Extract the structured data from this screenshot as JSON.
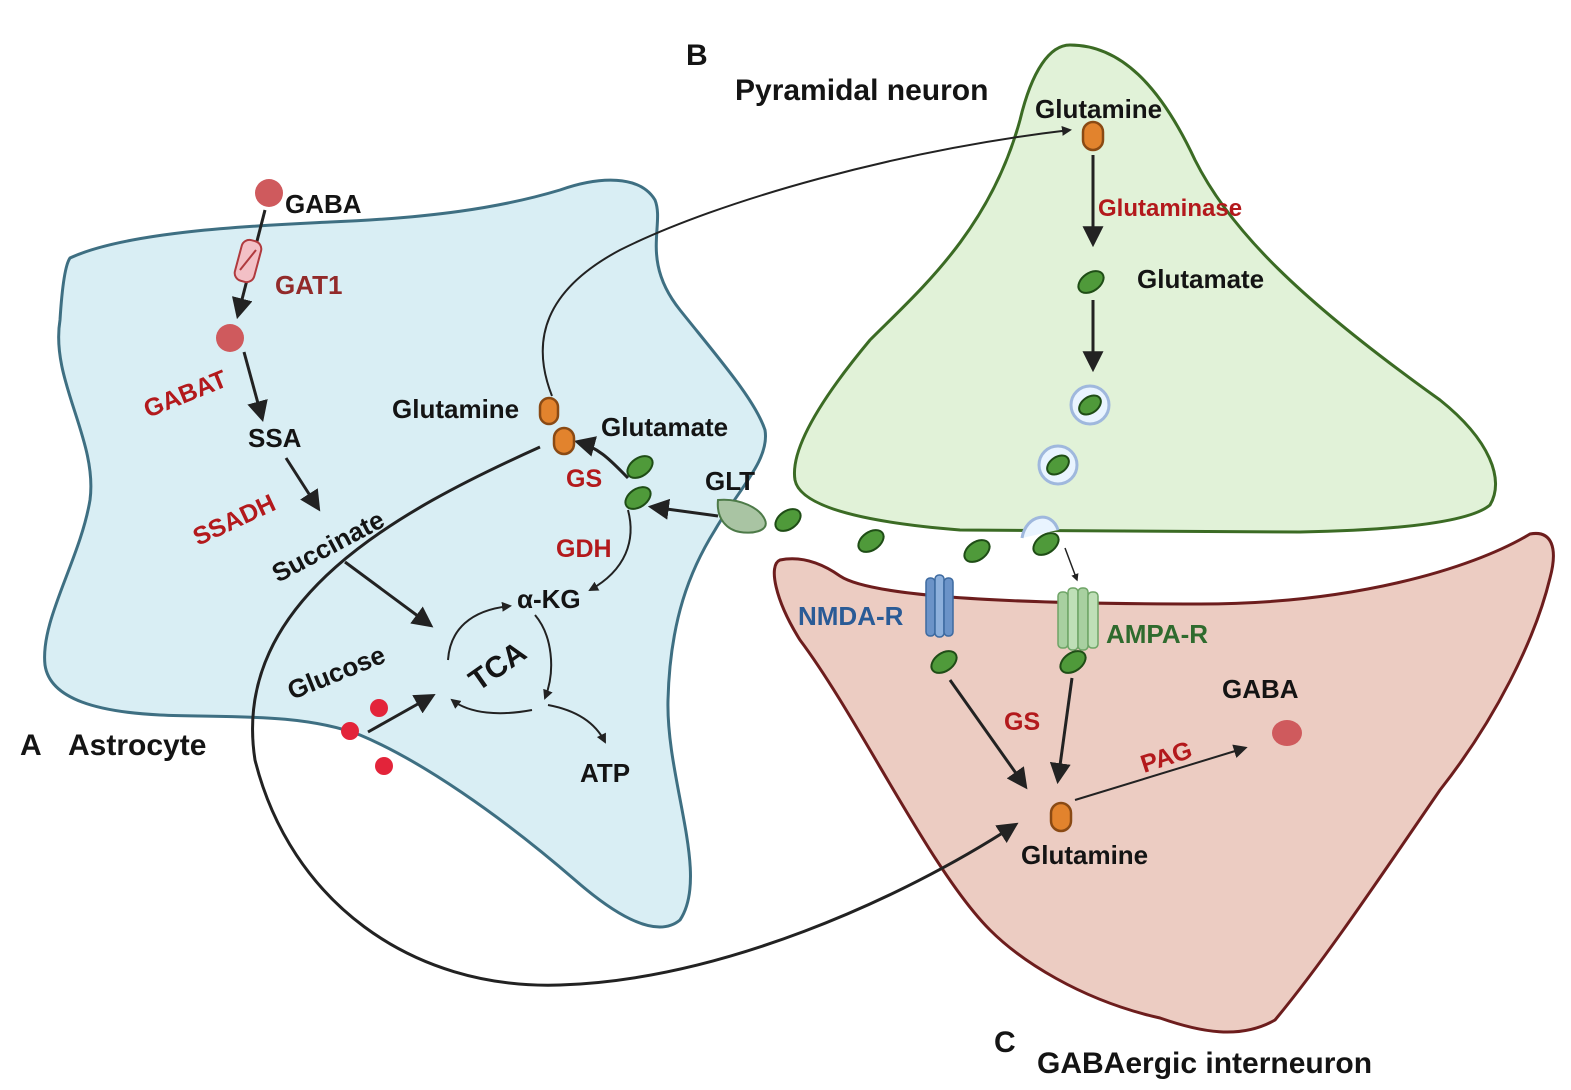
{
  "panels": {
    "a": {
      "letter": "A",
      "title": "Astrocyte"
    },
    "b": {
      "letter": "B",
      "title": "Pyramidal neuron"
    },
    "c": {
      "letter": "C",
      "title": "GABAergic interneuron"
    }
  },
  "astrocyte": {
    "gaba": "GABA",
    "gat1": "GAT1",
    "gabat": "GABAT",
    "ssa": "SSA",
    "ssadh": "SSADH",
    "succinate": "Succinate",
    "tca": "TCA",
    "glucose": "Glucose",
    "atp": "ATP",
    "akg": "α-KG",
    "gdh": "GDH",
    "gs": "GS",
    "glutamine": "Glutamine",
    "glutamate": "Glutamate",
    "glt": "GLT"
  },
  "pyramidal": {
    "glutamine": "Glutamine",
    "glutaminase": "Glutaminase",
    "glutamate": "Glutamate"
  },
  "interneuron": {
    "nmda": "NMDA-R",
    "ampa": "AMPA-R",
    "gs": "GS",
    "pag": "PAG",
    "gaba": "GABA",
    "glutamine": "Glutamine"
  },
  "colors": {
    "astrocyte_fill": "#d9eef4",
    "astrocyte_stroke": "#3e6f82",
    "pyramidal_fill": "#e1f2d8",
    "pyramidal_stroke": "#3b6b24",
    "interneuron_fill": "#ecccc2",
    "interneuron_stroke": "#6d1d1d",
    "enzyme_red": "#b3191c",
    "glutamate_green": "#4f9a3a",
    "glutamine_orange": "#e2832d",
    "gaba_red": "#cf5a5d",
    "glucose_red": "#e3243a"
  }
}
